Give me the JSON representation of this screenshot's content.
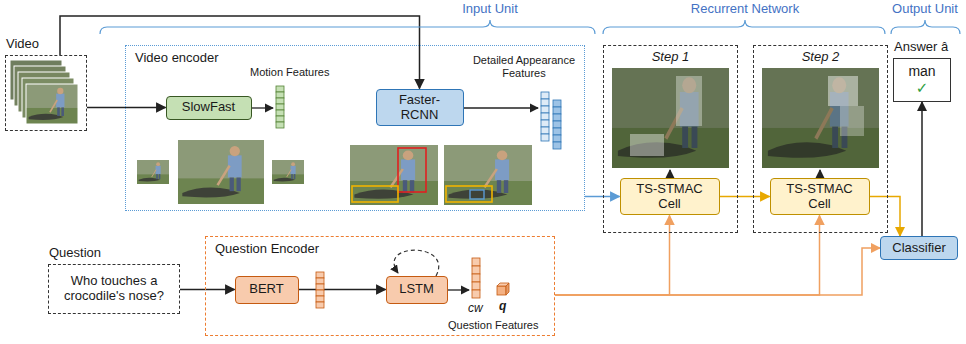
{
  "diagram": {
    "nodes": [
      {
        "text": [
          "Video"
        ]
      },
      {
        "text": [
          "Video encoder"
        ]
      },
      {
        "text": [
          "SlowFast"
        ],
        "in": 1
      },
      {
        "text": [
          "Faster-RCNN"
        ],
        "in": 1
      },
      {
        "text": [
          "Question",
          "Who touches a crocodile's nose?"
        ]
      },
      {
        "text": [
          "Question Encoder"
        ]
      },
      {
        "text": [
          "BERT"
        ],
        "in": 5
      },
      {
        "text": [
          "LSTM"
        ],
        "in": 5
      },
      {
        "text": [
          "Step 1"
        ]
      },
      {
        "text": [
          "TS-STMAC Cell"
        ],
        "in": 8
      },
      {
        "text": [
          "Step 2"
        ]
      },
      {
        "text": [
          "TS-STMAC Cell"
        ],
        "in": 10
      },
      {
        "text": [
          "Answer â",
          "man",
          "✓"
        ]
      },
      {
        "text": [
          "Classifier"
        ]
      }
    ],
    "edges": [
      {
        "from": 0,
        "to": 2,
        "arrow": "to"
      },
      {
        "from": 0,
        "to": 3,
        "arrow": "to"
      },
      {
        "from": 1,
        "to": 9,
        "arrow": "to"
      },
      {
        "from": 4,
        "to": 6,
        "arrow": "to"
      },
      {
        "from": 6,
        "to": 7,
        "arrow": "to"
      },
      {
        "from": 5,
        "to": 9,
        "arrow": "to"
      },
      {
        "from": 5,
        "to": 11,
        "arrow": "to"
      },
      {
        "from": 5,
        "to": 13,
        "arrow": "to"
      },
      {
        "from": 9,
        "to": 11,
        "arrow": "to"
      },
      {
        "from": 11,
        "to": 13,
        "arrow": "to"
      },
      {
        "from": 13,
        "to": 12,
        "arrow": "to"
      }
    ],
    "labels": [
      "Input Unit",
      "Recurrent Network",
      "Output Unit",
      "Motion Features",
      "Detailed Appearance Features",
      "cw",
      "q",
      "Question Features"
    ]
  }
}
